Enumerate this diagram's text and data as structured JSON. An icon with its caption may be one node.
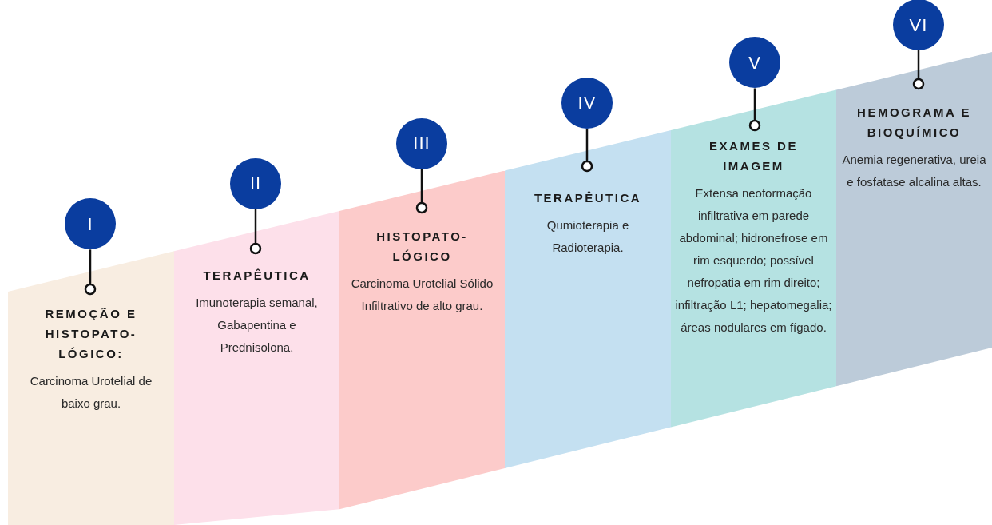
{
  "diagram": {
    "nodes": [
      {
        "text": [
          "I"
        ]
      },
      {
        "text": [
          "REMOÇÃO E HISTOPATO-LÓGICO:",
          "Carcinoma Urotelial de baixo grau."
        ]
      },
      {
        "text": [
          "II"
        ]
      },
      {
        "text": [
          "TERAPÊUTICA",
          "Imunoterapia semanal, Gabapentina e Prednisolona."
        ]
      },
      {
        "text": [
          "III"
        ]
      },
      {
        "text": [
          "HISTOPATO-LÓGICO",
          "Carcinoma Urotelial Sólido Infiltrativo de alto grau."
        ]
      },
      {
        "text": [
          "IV"
        ]
      },
      {
        "text": [
          "TERAPÊUTICA",
          "Qumioterapia e Radioterapia."
        ]
      },
      {
        "text": [
          "V"
        ]
      },
      {
        "text": [
          "EXAMES DE IMAGEM",
          "Extensa neoformação infiltrativa em parede abdominal; hidronefrose em rim esquerdo; possível nefropatia em rim direito; infiltração L1; hepatomegalia; áreas nodulares em fígado."
        ]
      },
      {
        "text": [
          "VI"
        ]
      },
      {
        "text": [
          "HEMOGRAMA E BIOQUÍMICO",
          "Anemia regenerativa, ureia e fosfatase alcalina altas."
        ]
      }
    ],
    "edges": [
      {
        "from": 0,
        "to": 1,
        "arrow": "other"
      },
      {
        "from": 2,
        "to": 3,
        "arrow": "other"
      },
      {
        "from": 4,
        "to": 5,
        "arrow": "other"
      },
      {
        "from": 6,
        "to": 7,
        "arrow": "other"
      },
      {
        "from": 8,
        "to": 9,
        "arrow": "other"
      },
      {
        "from": 10,
        "to": 11,
        "arrow": "other"
      }
    ]
  }
}
